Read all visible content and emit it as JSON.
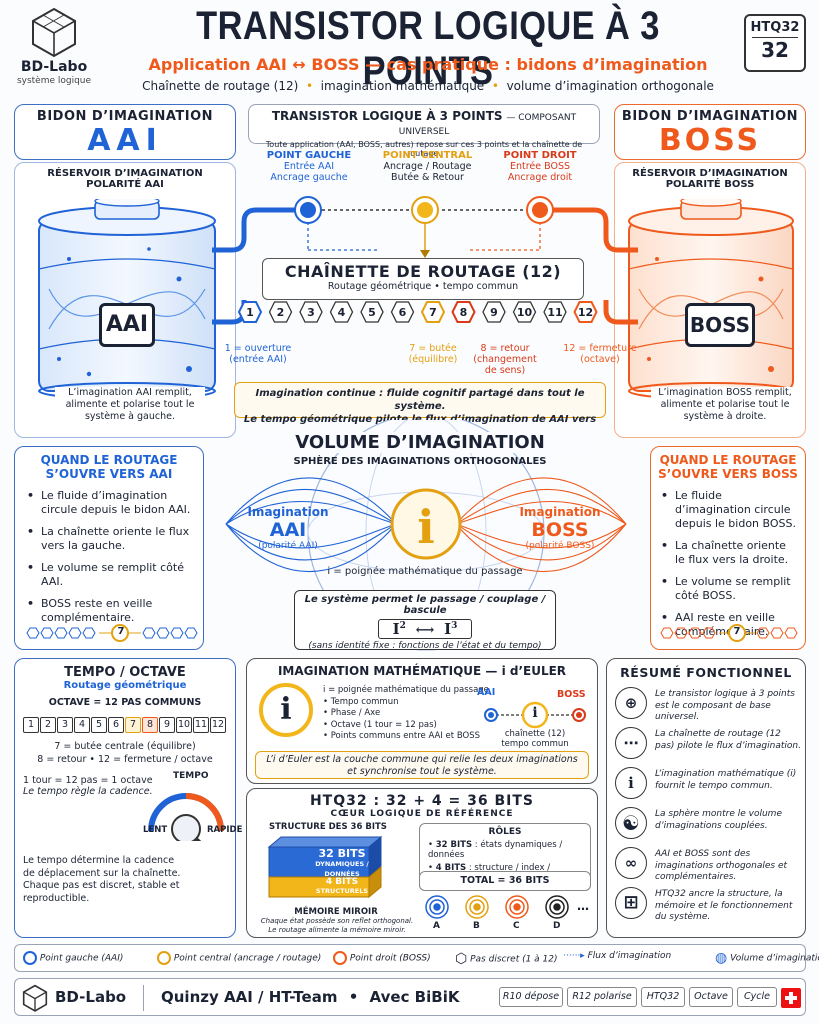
{
  "header": {
    "logo_name": "BD-Labo",
    "logo_sub": "système logique",
    "title": "TRANSISTOR LOGIQUE À 3 POINTS",
    "subtitle": "Application AAI ↔ BOSS — cas pratique : bidons d’imagination",
    "tags": [
      "Chaînette de routage (12)",
      "imagination mathématique",
      "volume d’imagination orthogonale"
    ],
    "badge_top": "HTQ32",
    "badge_num": "32"
  },
  "left_drum": {
    "title": "BIDON D’IMAGINATION",
    "name": "AAI",
    "res1": "RÉSERVOIR D’IMAGINATION",
    "res2": "POLARITÉ AAI",
    "label": "AAI",
    "caption": "L’imagination AAI remplit, alimente et polarise tout le système à gauche."
  },
  "right_drum": {
    "title": "BIDON D’IMAGINATION",
    "name": "BOSS",
    "res1": "RÉSERVOIR D’IMAGINATION",
    "res2": "POLARITÉ BOSS",
    "label": "BOSS",
    "caption": "L’imagination BOSS remplit, alimente et polarise tout le système à droite."
  },
  "transistor": {
    "title": "TRANSISTOR LOGIQUE À 3 POINTS",
    "title_small": "— COMPOSANT UNIVERSEL",
    "desc": "Toute application (AAI, BOSS, autres) repose sur ces 3 points et la chaînette de routage.",
    "points": [
      {
        "title": "POINT GAUCHE",
        "l1": "Entrée AAI",
        "l2": "Ancrage gauche"
      },
      {
        "title": "POINT CENTRAL",
        "l1": "Ancrage / Routage",
        "l2": "Butée & Retour"
      },
      {
        "title": "POINT DROIT",
        "l1": "Entrée BOSS",
        "l2": "Ancrage droit"
      }
    ]
  },
  "chain": {
    "title": "CHAÎNETTE DE ROUTAGE (12)",
    "sub": "Routage géométrique  •  tempo commun",
    "steps": [
      "1",
      "2",
      "3",
      "4",
      "5",
      "6",
      "7",
      "8",
      "9",
      "10",
      "11",
      "12"
    ],
    "notes": [
      {
        "l1": "1 = ouverture",
        "l2": "(entrée AAI)"
      },
      {
        "l1": "7 = butée",
        "l2": "(équilibre)"
      },
      {
        "l1": "8 = retour",
        "l2": "(changement",
        "l3": "de sens)"
      },
      {
        "l1": "12 = fermeture",
        "l2": "(octave)"
      }
    ],
    "banner1": "Imagination continue : fluide cognitif partagé dans tout le système.",
    "banner2": "Le tempo géométrique pilote le flux d’imagination de AAI vers BOSS."
  },
  "left_routing": {
    "title1": "QUAND LE ROUTAGE",
    "title2": "S’OUVRE VERS AAI",
    "items": [
      "Le fluide d’imagination circule depuis le bidon AAI.",
      "La chaînette oriente le flux vers la gauche.",
      "Le volume se remplit côté AAI.",
      "BOSS reste en veille complémentaire."
    ],
    "step": "7"
  },
  "right_routing": {
    "title1": "QUAND LE ROUTAGE",
    "title2": "S’OUVRE VERS BOSS",
    "items": [
      "Le fluide d’imagination circule depuis le bidon BOSS.",
      "La chaînette oriente le flux vers la droite.",
      "Le volume se remplit côté BOSS.",
      "AAI reste en veille complémentaire."
    ],
    "step": "7"
  },
  "volume": {
    "title": "VOLUME D’IMAGINATION",
    "sub": "SPHÈRE DES IMAGINATIONS ORTHOGONALES",
    "left1": "Imagination",
    "left2": "AAI",
    "left3": "(polarité AAI)",
    "right1": "Imagination",
    "right2": "BOSS",
    "right3": "(polarité BOSS)",
    "center": "i",
    "caption": "i = poignée mathématique du passage",
    "box_title": "Le système permet le passage / couplage / bascule",
    "box_left": "I",
    "box_left_exp": "2",
    "box_right": "I",
    "box_right_exp": "3",
    "box_note": "(sans identité fixe : fonctions de l’état et du tempo)"
  },
  "tempo": {
    "title": "TEMPO / OCTAVE",
    "sub": "Routage géométrique",
    "octave": "OCTAVE = 12 PAS COMMUNS",
    "cells": [
      "1",
      "2",
      "3",
      "4",
      "5",
      "6",
      "7",
      "8",
      "9",
      "10",
      "11",
      "12"
    ],
    "l1": "7 = butée centrale (équilibre)",
    "l2": "8 = retour  •  12 = fermeture / octave",
    "l3": "1 tour = 12 pas = 1 octave",
    "l4": "Le tempo règle la cadence.",
    "gauge_label": "TEMPO",
    "slow": "LENT",
    "fast": "RAPIDE",
    "foot1": "Le tempo détermine la cadence",
    "foot2": "de déplacement sur la chaînette.",
    "foot3": "Chaque pas est discret, stable et reproductible."
  },
  "math": {
    "title": "IMAGINATION MATHÉMATIQUE — i d’EULER",
    "symbol": "i",
    "head": "i = poignée mathématique du passage",
    "items": [
      "Tempo commun",
      "Phase / Axe",
      "Octave (1 tour = 12 pas)",
      "Points communs entre AAI et BOSS"
    ],
    "aai": "AAI",
    "boss": "BOSS",
    "mid": "i",
    "chain1": "chaînette (12)",
    "chain2": "tempo commun",
    "banner1": "L’i d’Euler est la couche commune qui relie les deux imaginations",
    "banner2": "et synchronise tout le système."
  },
  "htq": {
    "title": "HTQ32 : 32 + 4 = 36 BITS",
    "sub": "CŒUR LOGIQUE DE RÉFÉRENCE",
    "struct": "STRUCTURE DES 36 BITS",
    "b32": "32 BITS",
    "b32s": "DYNAMIQUES / DONNÉES",
    "b4": "4 BITS",
    "b4s": "STRUCTURELS",
    "roles": "RÔLES",
    "r1b": "32 BITS",
    "r1": " : états dynamiques / données",
    "r2b": "4 BITS",
    "r2": " : structure / index / adressage",
    "total": "TOTAL = 36 BITS",
    "mirror": "MÉMOIRE MIROIR",
    "mirror1": "Chaque état possède son reflet orthogonal.",
    "mirror2": "Le routage alimente la mémoire miroir.",
    "letters": [
      "A",
      "B",
      "C",
      "D"
    ],
    "more": "…"
  },
  "summary": {
    "title": "RÉSUMÉ FONCTIONNEL",
    "items": [
      {
        "icon": "⊕",
        "text": "Le transistor logique à 3 points est le composant de base universel."
      },
      {
        "icon": "⋯",
        "text": "La chaînette de routage (12 pas) pilote le flux d’imagination."
      },
      {
        "icon": "i",
        "text": "L’imagination mathématique (i) fournit le tempo commun."
      },
      {
        "icon": "☯",
        "text": "La sphère montre le volume d’imaginations couplées."
      },
      {
        "icon": "∞",
        "text": "AAI et BOSS sont des imaginations orthogonales et complémentaires."
      },
      {
        "icon": "⊞",
        "text": "HTQ32 ancre la structure, la mémoire et le fonctionnement du système."
      }
    ]
  },
  "legend": [
    "Point gauche (AAI)",
    "Point central (ancrage / routage)",
    "Point droit (BOSS)",
    "Pas discret (1 à 12)",
    "Flux d’imagination",
    "Volume d’imagination"
  ],
  "footer": {
    "name": "BD-Labo",
    "team": "Quinzy AAI / HT-Team",
    "dot": "•",
    "with": "Avec BiBiK",
    "buttons": [
      "R10 dépose",
      "R12 polarise",
      "HTQ32",
      "Octave",
      "Cycle"
    ]
  },
  "colors": {
    "aai": "#1f63d6",
    "boss": "#ef5a1c",
    "gold": "#e3a010"
  }
}
